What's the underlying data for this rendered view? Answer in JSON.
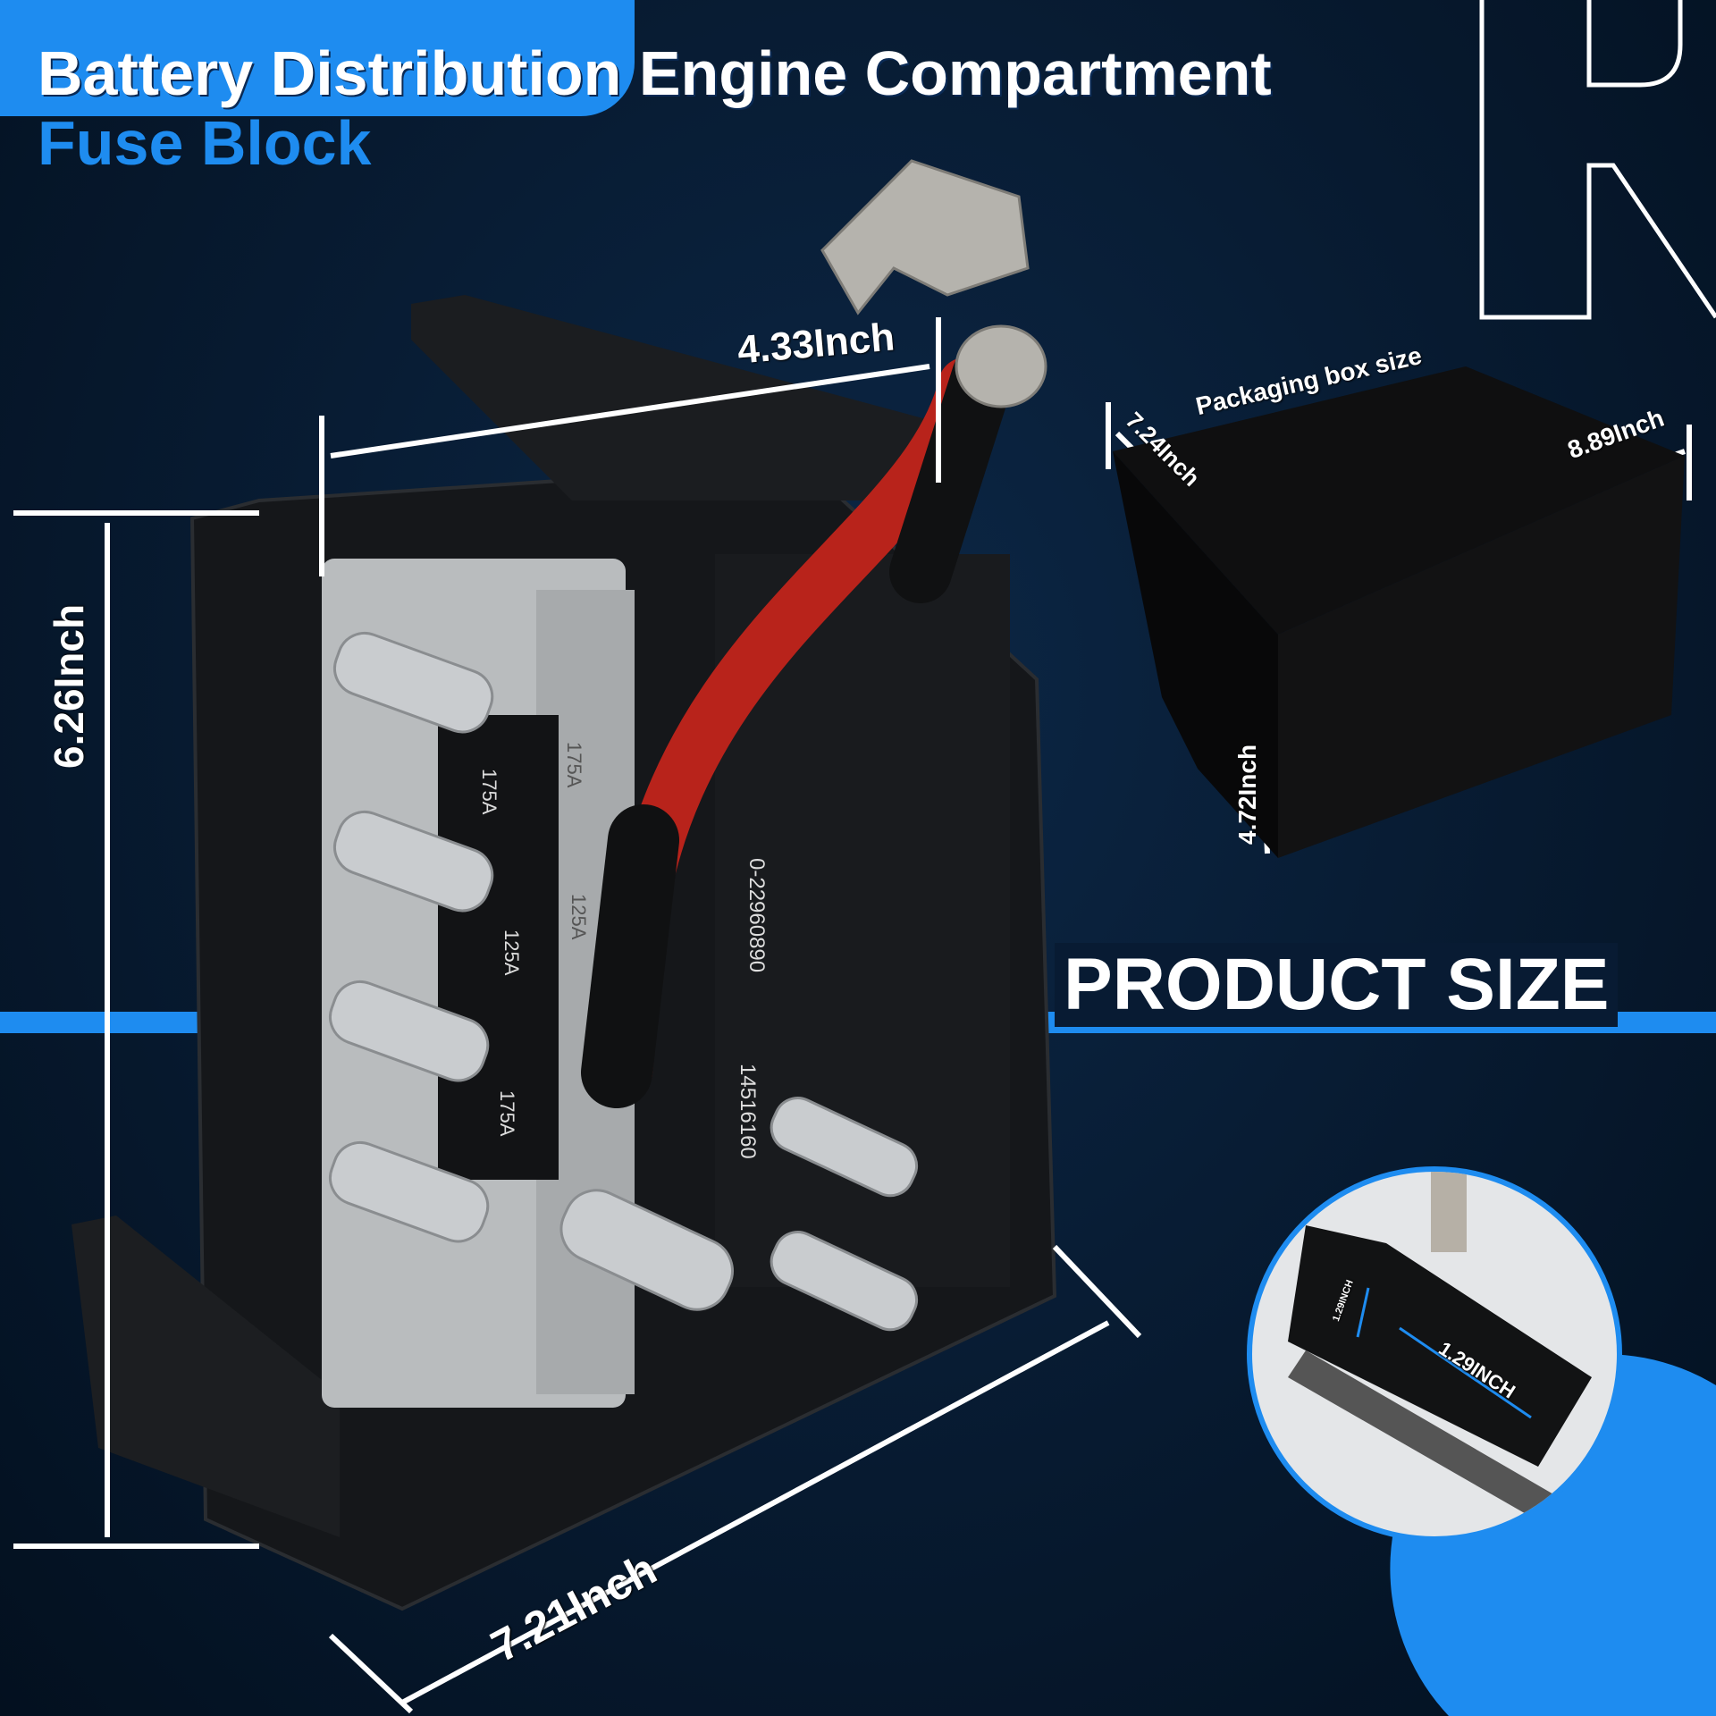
{
  "header": {
    "title": "Battery Distribution Engine Compartment",
    "subtitle": "Fuse Block"
  },
  "badge": {
    "product_size": "PRODUCT SIZE",
    "brand_letter": "R"
  },
  "product_dimensions": {
    "width": "4.33Inch",
    "height": "6.26Inch",
    "length": "7.21Inch"
  },
  "packaging": {
    "label": "Packaging box size",
    "depth": "7.24Inch",
    "length": "8.89Inch",
    "height": "4.72Inch"
  },
  "detail": {
    "small": "1.29INCH",
    "large": "1.29INCH"
  },
  "fuse_labels": [
    "175A",
    "175A",
    "125A",
    "125A",
    "175A"
  ],
  "part_numbers": [
    "0-22960890",
    "14516160"
  ],
  "colors": {
    "accent": "#1e8cf0",
    "background": "#071a30"
  }
}
